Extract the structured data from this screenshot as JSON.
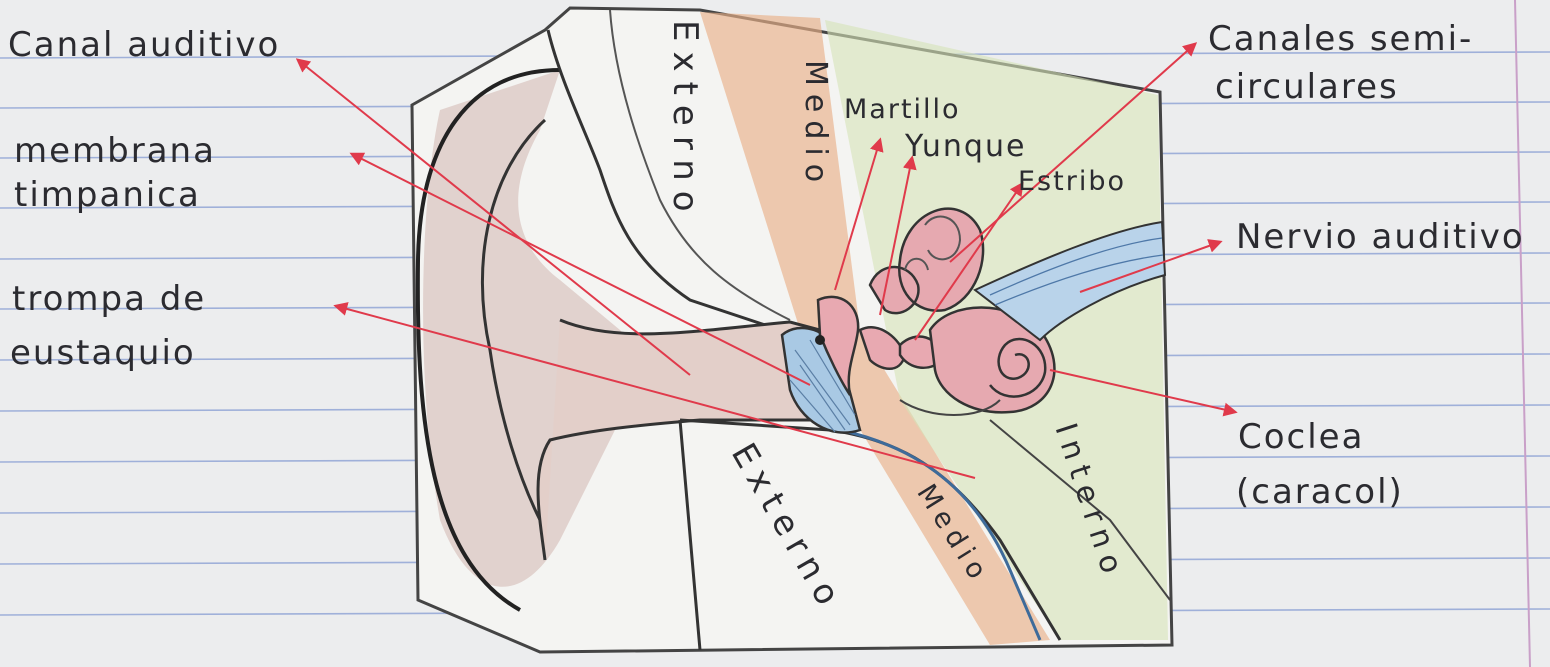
{
  "labels": {
    "canal_auditivo": "Canal auditivo",
    "membrana_l1": "membrana",
    "membrana_l2": "timpanica",
    "trompa_l1": "trompa de",
    "trompa_l2": "eustaquio",
    "canales_l1": "Canales semi-",
    "canales_l2": "circulares",
    "nervio_auditivo": "Nervio auditivo",
    "coclea_l1": "Coclea",
    "coclea_l2": "(caracol)",
    "martillo": "Martillo",
    "yunque": "Yunque",
    "estribo": "Estribo"
  },
  "regions": {
    "externo_top": "Externo",
    "medio_top": "Medio",
    "externo_bottom": "Externo",
    "medio_bottom": "Medio",
    "interno": "Interno"
  },
  "colors": {
    "paper": "#ecedee",
    "rule_line": "#9fb0d9",
    "margin_line": "#c9a0c8",
    "arrow": "#e03a4b",
    "ink": "#2b2b30",
    "skin": "#d9c3bf",
    "medio_orange": "#e9b088",
    "interno_green": "#d6e2b8",
    "eardrum_blue": "#a9c9e4",
    "cochlea_pink": "#e6a9b0",
    "nerve_blue": "#b9d3ea"
  }
}
